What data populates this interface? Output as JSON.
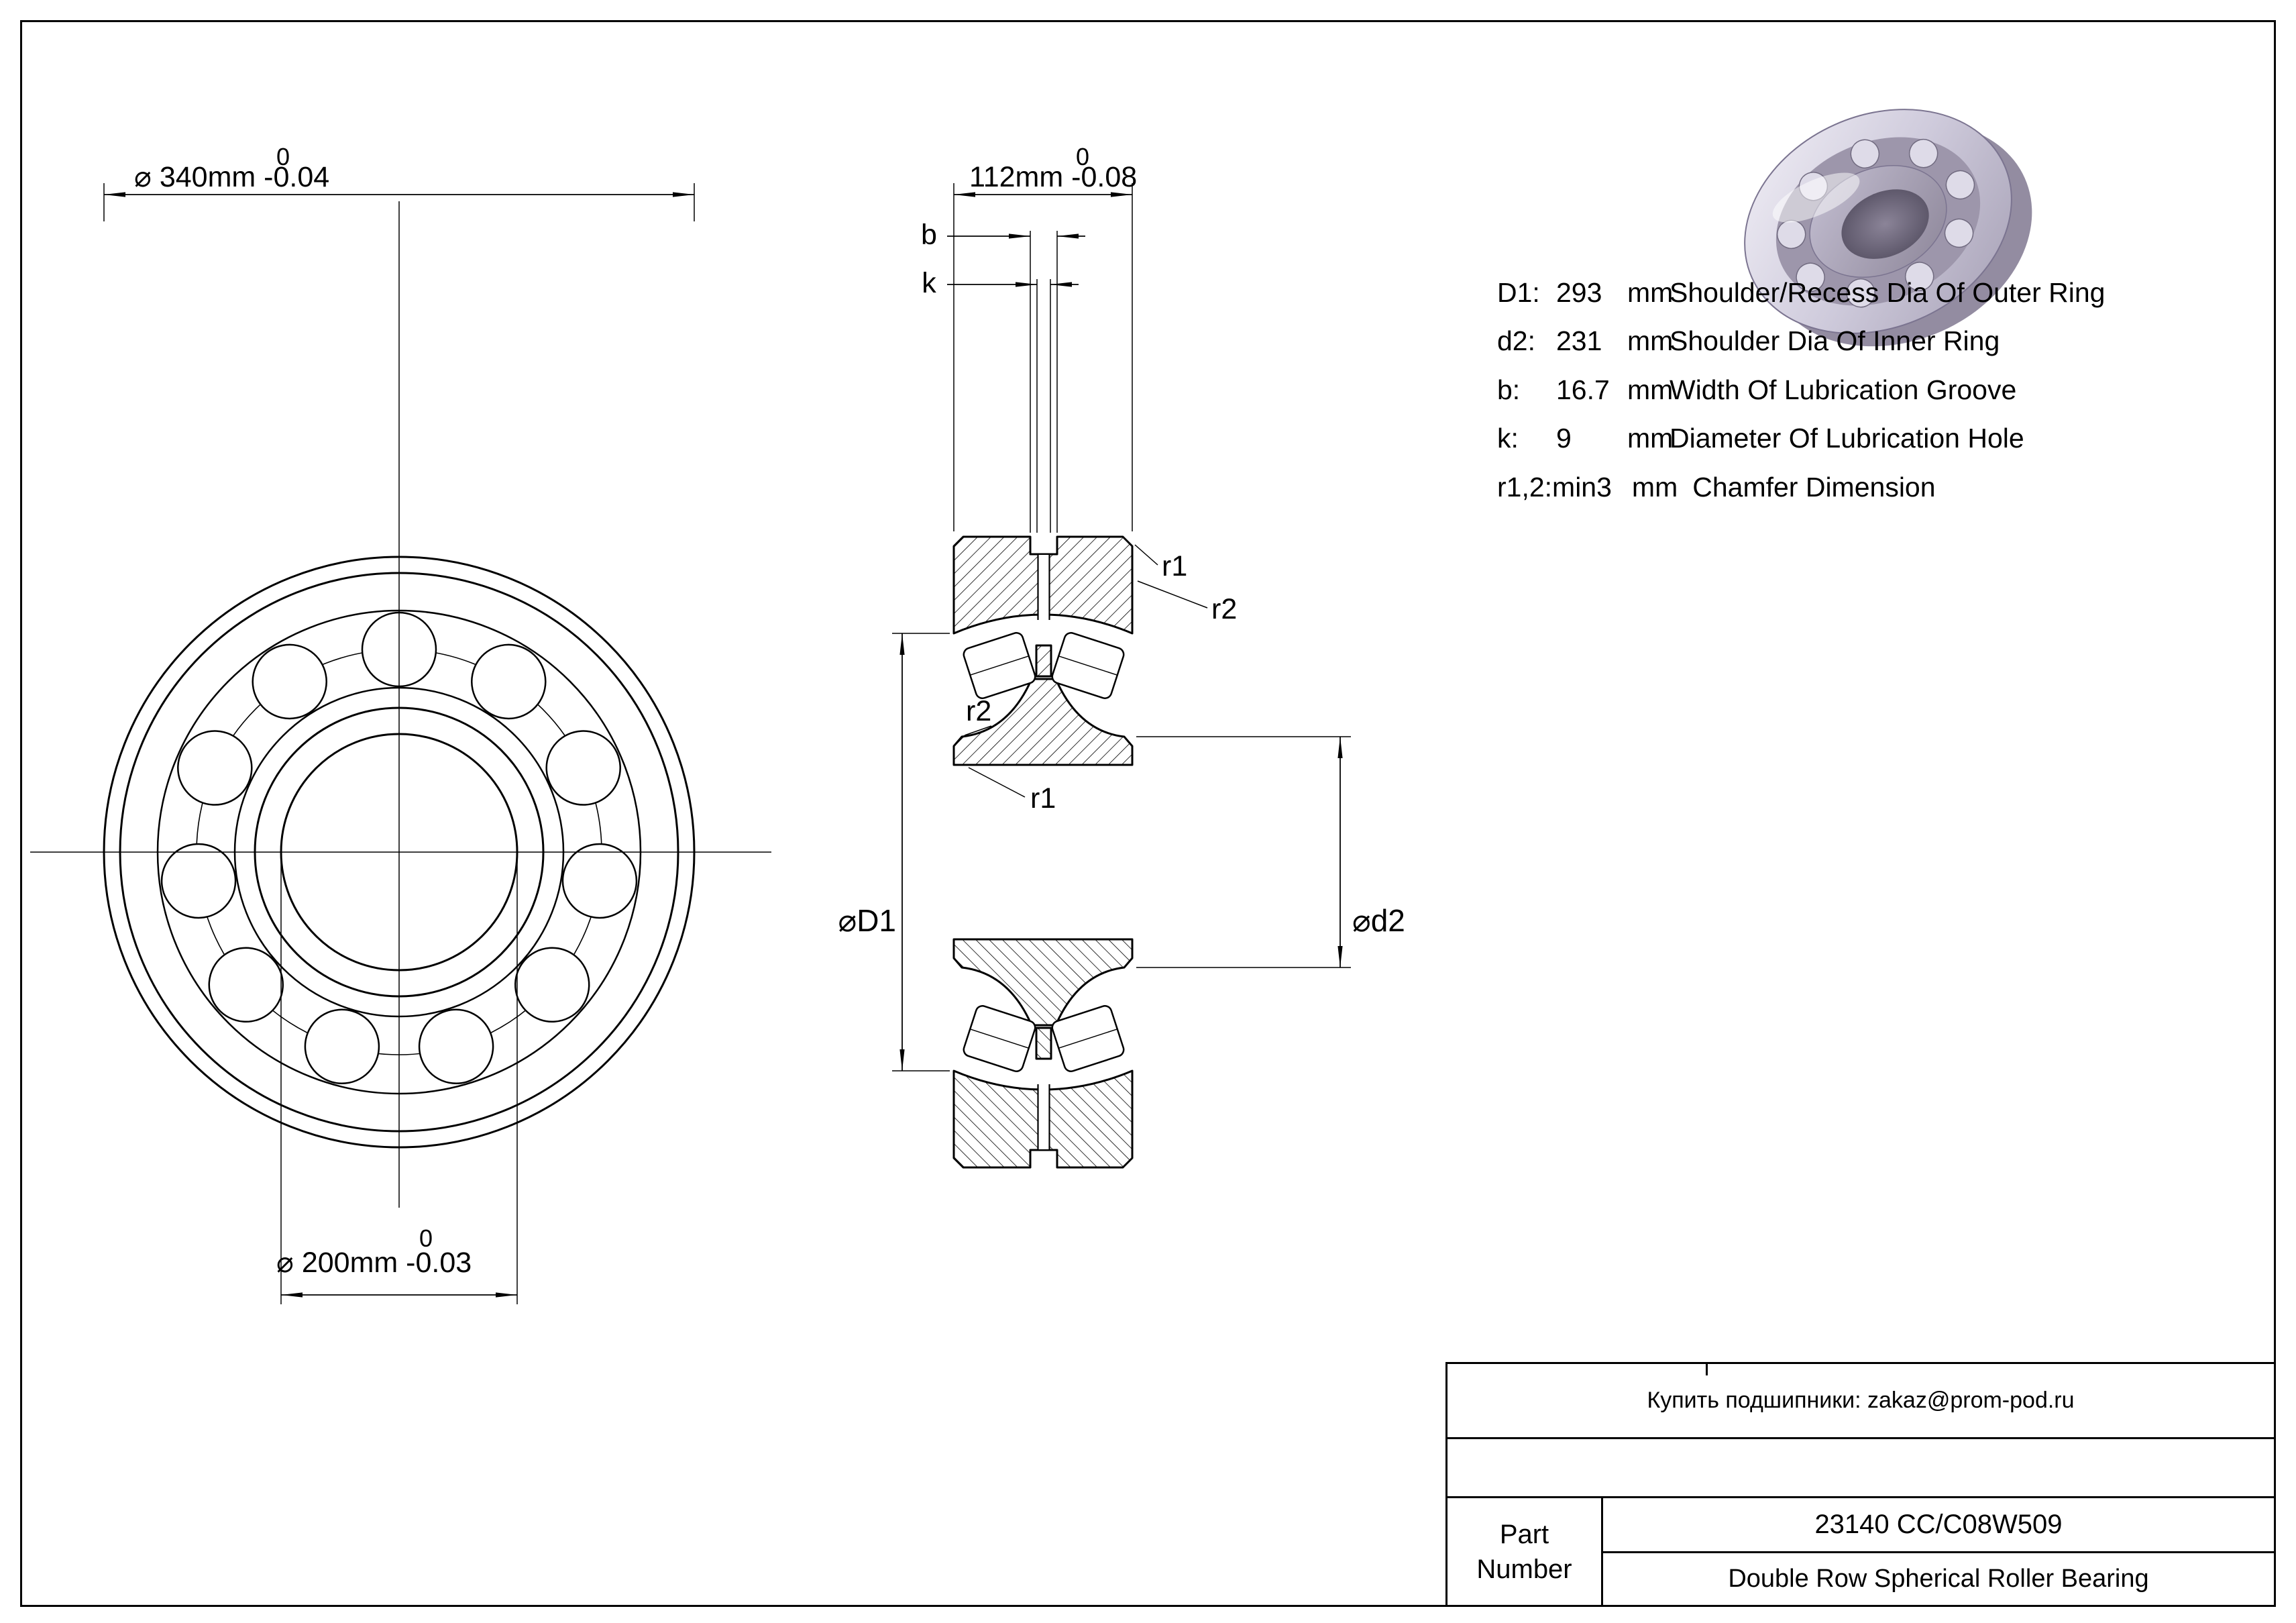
{
  "front_view": {
    "od_tolerance_upper": "0",
    "od_label": "⌀ 340mm -0.04",
    "bore_tolerance_upper": "0",
    "bore_label": "⌀ 200mm -0.03"
  },
  "section_view": {
    "width_tolerance_upper": "0",
    "width_label": "112mm -0.08",
    "groove_width_label": "b",
    "hole_dia_label": "k",
    "chamfer_r1_top": "r1",
    "chamfer_r2_top": "r2",
    "chamfer_r2_left": "r2",
    "chamfer_r1_left": "r1",
    "outer_recess_dia_label": "⌀D1",
    "inner_shoulder_dia_label": "⌀d2"
  },
  "specs": {
    "rows": [
      {
        "key": "D1:",
        "value": "293",
        "unit": "mm",
        "desc": "Shoulder/Recess Dia Of Outer Ring"
      },
      {
        "key": "d2:",
        "value": "231",
        "unit": "mm",
        "desc": "Shoulder Dia Of Inner Ring"
      },
      {
        "key": "b:",
        "value": "16.7",
        "unit": "mm",
        "desc": "Width Of Lubrication Groove"
      },
      {
        "key": "k:",
        "value": "9",
        "unit": "mm",
        "desc": "Diameter Of Lubrication Hole"
      },
      {
        "key": "r1,2:",
        "value": "min3",
        "unit": "mm",
        "desc": "Chamfer Dimension"
      }
    ]
  },
  "title_block": {
    "contact": "Купить подшипники: zakaz@prom-pod.ru",
    "part_label": "Part Number",
    "part_number": "23140 CC/C08W509",
    "description": "Double Row Spherical Roller Bearing"
  },
  "colors": {
    "line": "#000000",
    "render_light": "#f2f0f7",
    "render_mid": "#cfcbdc",
    "render_dark": "#5e586b"
  }
}
